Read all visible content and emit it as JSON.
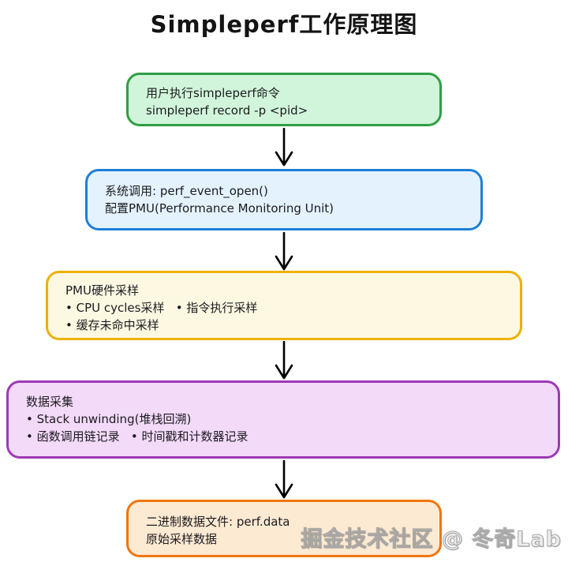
{
  "title": "Simpleperf工作原理图",
  "watermark": "掘金技术社区 @ 冬奇Lab",
  "diagram": {
    "arrow_color": "#000000",
    "text_color": "#1b1b1f",
    "nodes": [
      {
        "id": "user-command",
        "border_color": "#2f9e44",
        "fill_color": "#d1f5da",
        "lines": [
          "用户执行simpleperf命令",
          "simpleperf record -p <pid>"
        ]
      },
      {
        "id": "syscall-pmu-config",
        "border_color": "#1d7fd6",
        "fill_color": "#e4f2fd",
        "lines": [
          "系统调用: perf_event_open()",
          "配置PMU(Performance Monitoring Unit)"
        ]
      },
      {
        "id": "pmu-hardware-sampling",
        "border_color": "#eeb004",
        "fill_color": "#fdf8e2",
        "lines": [
          "PMU硬件采样",
          "• CPU cycles采样   • 指令执行采样",
          "• 缓存未命中采样"
        ]
      },
      {
        "id": "data-collection",
        "border_color": "#9d3ab5",
        "fill_color": "#f3daf9",
        "lines": [
          "数据采集",
          "• Stack unwinding(堆栈回溯)",
          "• 函数调用链记录   • 时间戳和计数器记录"
        ]
      },
      {
        "id": "binary-output-file",
        "border_color": "#f0760f",
        "fill_color": "#fdead2",
        "lines": [
          "二进制数据文件: perf.data",
          "原始采样数据"
        ]
      }
    ]
  }
}
